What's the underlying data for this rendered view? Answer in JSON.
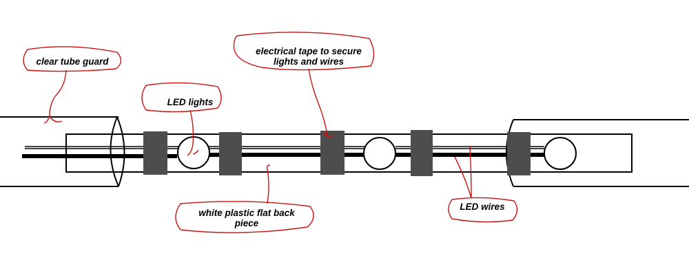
{
  "labels": {
    "clear_tube_guard": "clear tube guard",
    "led_lights": "LED lights",
    "electrical_tape_line1": "electrical tape to secure",
    "electrical_tape_line2": "lights and wires",
    "white_plastic_line1": "white plastic flat back",
    "white_plastic_line2": "piece",
    "led_wires": "LED wires"
  },
  "colors": {
    "annotation": "#cc1111",
    "tape": "#4d4d4d",
    "line": "#000000"
  }
}
